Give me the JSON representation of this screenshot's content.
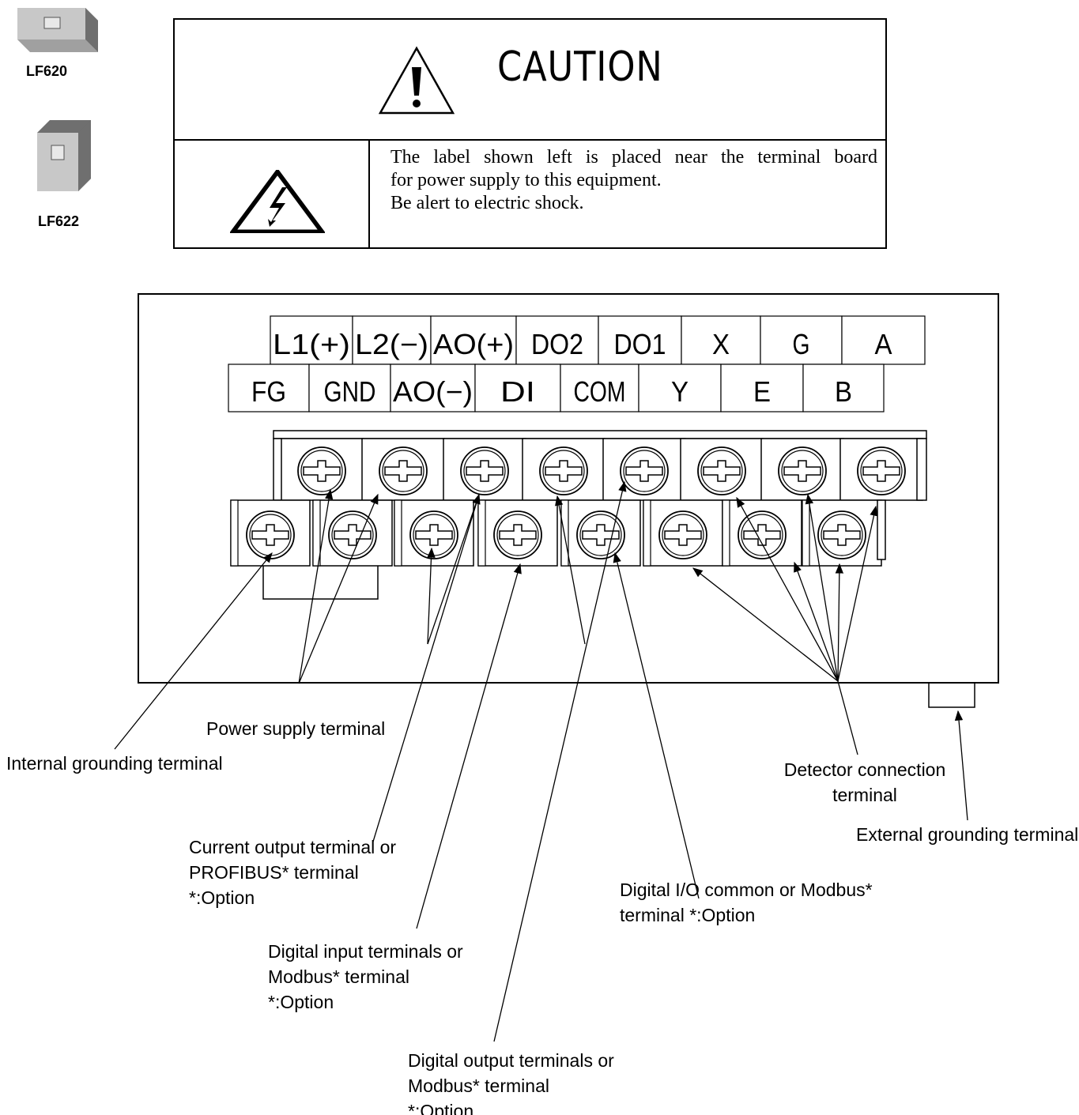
{
  "models": [
    {
      "name": "LF620",
      "view": "front"
    },
    {
      "name": "LF622",
      "view": "front"
    }
  ],
  "caution": {
    "title": "CAUTION",
    "text_lines": [
      "The label shown left is placed near the terminal board",
      "for power supply to this equipment.",
      "Be alert to electric shock."
    ],
    "icons": [
      "warning-exclamation-icon",
      "electric-shock-icon"
    ]
  },
  "terminal_labels": {
    "upper_row": [
      "L1(+)",
      "L2(−)",
      "AO(+)",
      "DO2",
      "DO1",
      "X",
      "G",
      "A"
    ],
    "lower_row": [
      "FG",
      "GND",
      "AO(−)",
      "DI",
      "COM",
      "Y",
      "E",
      "B"
    ]
  },
  "callouts": {
    "power_supply": [
      "Power supply terminal"
    ],
    "internal_ground": [
      "Internal grounding terminal"
    ],
    "current_output": [
      "Current output terminal or",
      "PROFIBUS* terminal",
      "*:Option"
    ],
    "digital_input": [
      "Digital input terminals or",
      "Modbus* terminal",
      "*:Option"
    ],
    "digital_output": [
      "Digital output terminals or",
      "Modbus* terminal",
      "*:Option"
    ],
    "digital_io_common": [
      "Digital I/O common or Modbus*",
      "terminal *:Option"
    ],
    "detector": [
      "Detector connection",
      "terminal"
    ],
    "external_ground": [
      "External grounding terminal"
    ]
  },
  "colors": {
    "line": "#000000",
    "box_light": "#c8c8c8",
    "box_mid": "#a8a8a8",
    "box_dark": "#6f6f6f"
  }
}
